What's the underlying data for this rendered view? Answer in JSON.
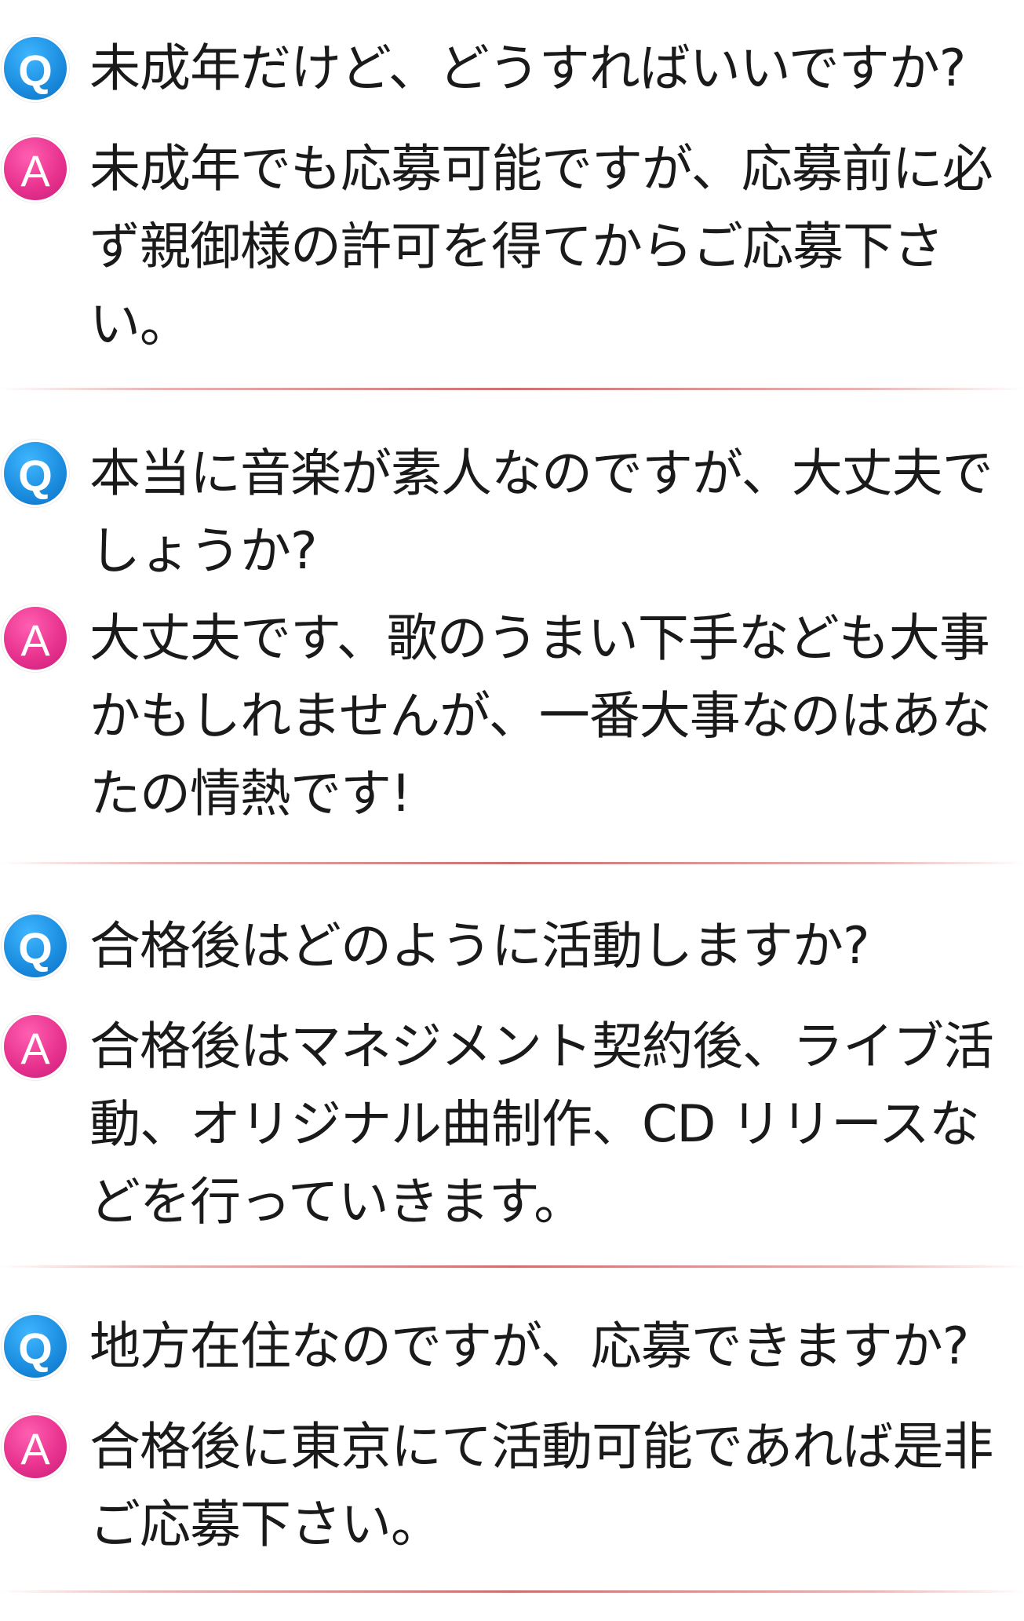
{
  "badges": {
    "question": "Q",
    "answer": "A"
  },
  "colors": {
    "question_badge": "#1d8fe0",
    "answer_badge": "#e8338f",
    "divider": "#c85f5f"
  },
  "faq": [
    {
      "question": "未成年だけど、どうすればいいですか?",
      "answer": "未成年でも応募可能ですが、応募前に必ず親御様の許可を得てからご応募下さい。"
    },
    {
      "question": "本当に音楽が素人なのですが、大丈夫でしょうか?",
      "answer": "大丈夫です、歌のうまい下手なども大事かもしれませんが、一番大事なのはあなたの情熱です!"
    },
    {
      "question": "合格後はどのように活動しますか?",
      "answer": "合格後はマネジメント契約後、ライブ活動、オリジナル曲制作、CD リリースなどを行っていきます。"
    },
    {
      "question": "地方在住なのですが、応募できますか?",
      "answer": "合格後に東京にて活動可能であれば是非ご応募下さい。"
    }
  ]
}
